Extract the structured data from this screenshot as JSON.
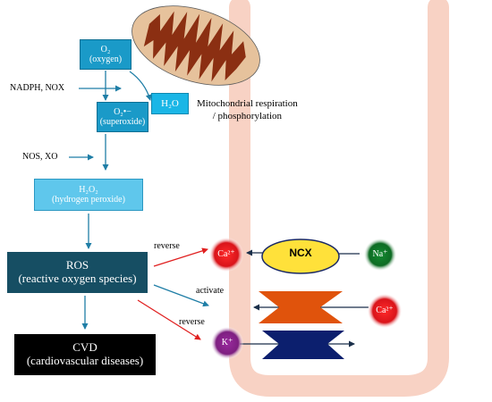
{
  "nodes": {
    "o2": {
      "line1": "O₂",
      "line2": "(oxygen)"
    },
    "h2o": {
      "label": "H₂O"
    },
    "superoxide": {
      "line1": "O₂•−",
      "line2": "(superoxide)"
    },
    "h2o2": {
      "line1": "H₂O₂",
      "line2": "(hydrogen peroxide)"
    },
    "ros": {
      "line1": "ROS",
      "line2": "(reactive oxygen species)"
    },
    "cvd": {
      "line1": "CVD",
      "line2": "(cardiovascular diseases)"
    }
  },
  "labels": {
    "nadph_nox": "NADPH, NOX",
    "nos_xo": "NOS, XO",
    "mito_line1": "Mitochondrial respiration",
    "mito_line2": "/ phosphorylation",
    "reverse_top": "reverse",
    "activate": "activate",
    "reverse_bottom": "reverse"
  },
  "ions": {
    "ca_left": "Ca²⁺",
    "ca_right": "Ca²⁺",
    "na": "Na⁺",
    "k": "K⁺"
  },
  "ncx": {
    "label": "NCX"
  },
  "colors": {
    "arrow_blue": "#1f7ea6",
    "arrow_red": "#e02020",
    "membrane": "#f8d2c4",
    "ncx_fill": "#ffe13a",
    "channel_orange": "#e0530c",
    "channel_navy": "#0c1f6e",
    "ion_red": "#d9141a",
    "ion_green": "#0e6b24",
    "ion_purple": "#7d1f80",
    "mito_outer": "#e6c29c",
    "mito_inner": "#8b2f12"
  }
}
